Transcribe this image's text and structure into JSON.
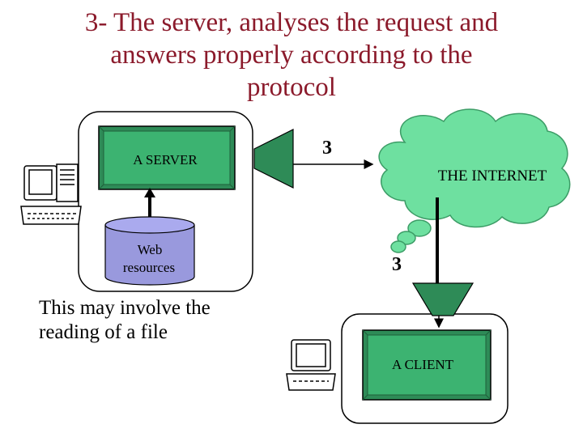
{
  "title_lines": [
    "3- The server, analyses the request and",
    "answers properly according to the",
    "protocol"
  ],
  "server": {
    "label": "A SERVER"
  },
  "resources": {
    "line1": "Web",
    "line2": "resources"
  },
  "internet": {
    "label": "THE INTERNET"
  },
  "client": {
    "label": "A CLIENT"
  },
  "steps": {
    "top": "3",
    "middle": "3"
  },
  "note": {
    "line1": "This may involve the",
    "line2": "reading of a file"
  },
  "colors": {
    "title": "#8b1a2b",
    "box_fill": "#2e8b57",
    "cylinder_fill": "#9999dd",
    "cloud_fill": "#6ee0a0",
    "funnel_fill": "#2e8b57"
  },
  "icons": [
    "server-computer-icon",
    "client-computer-icon"
  ]
}
